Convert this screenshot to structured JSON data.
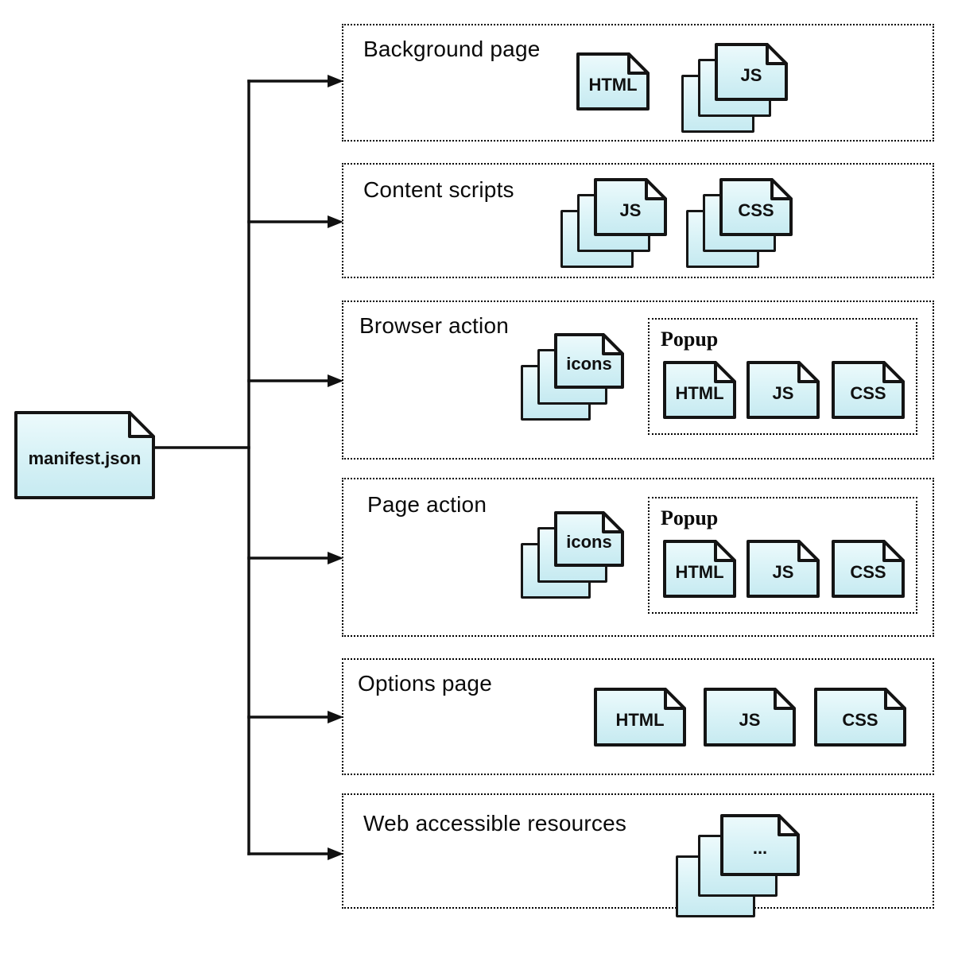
{
  "root_file": {
    "label": "manifest.json"
  },
  "sections": [
    {
      "title": "Background page",
      "items": [
        {
          "kind": "file",
          "label": "HTML"
        },
        {
          "kind": "file-stack",
          "label": "JS"
        }
      ]
    },
    {
      "title": "Content scripts",
      "items": [
        {
          "kind": "file-stack",
          "label": "JS"
        },
        {
          "kind": "file-stack",
          "label": "CSS"
        }
      ]
    },
    {
      "title": "Browser action",
      "items": [
        {
          "kind": "file-stack",
          "label": "icons"
        }
      ],
      "popup": {
        "title": "Popup",
        "files": [
          {
            "label": "HTML"
          },
          {
            "label": "JS"
          },
          {
            "label": "CSS"
          }
        ]
      }
    },
    {
      "title": "Page action",
      "items": [
        {
          "kind": "file-stack",
          "label": "icons"
        }
      ],
      "popup": {
        "title": "Popup",
        "files": [
          {
            "label": "HTML"
          },
          {
            "label": "JS"
          },
          {
            "label": "CSS"
          }
        ]
      }
    },
    {
      "title": "Options page",
      "items": [
        {
          "kind": "file",
          "label": "HTML"
        },
        {
          "kind": "file",
          "label": "JS"
        },
        {
          "kind": "file",
          "label": "CSS"
        }
      ]
    },
    {
      "title": "Web accessible resources",
      "items": [
        {
          "kind": "file-stack",
          "label": "..."
        }
      ]
    }
  ],
  "colors": {
    "file_fill_top": "#edfafc",
    "file_fill_bottom": "#c6eaf1",
    "line_color": "#111111",
    "border_color": "#000000"
  }
}
